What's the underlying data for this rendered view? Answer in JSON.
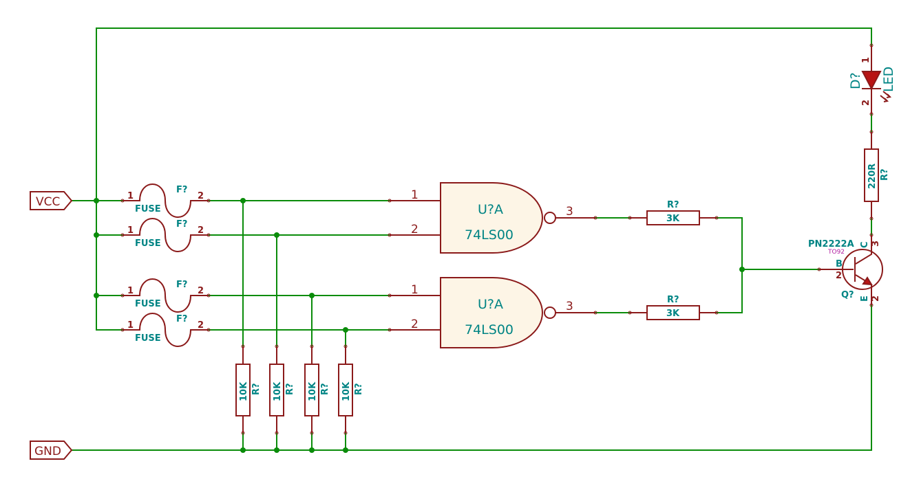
{
  "ports": {
    "vcc": "VCC",
    "gnd": "GND"
  },
  "fuses": [
    {
      "ref": "F?",
      "value": "FUSE",
      "pin1": "1",
      "pin2": "2"
    },
    {
      "ref": "F?",
      "value": "FUSE",
      "pin1": "1",
      "pin2": "2"
    },
    {
      "ref": "F?",
      "value": "FUSE",
      "pin1": "1",
      "pin2": "2"
    },
    {
      "ref": "F?",
      "value": "FUSE",
      "pin1": "1",
      "pin2": "2"
    }
  ],
  "gates": [
    {
      "ref": "U?A",
      "value": "74LS00",
      "in1": "1",
      "in2": "2",
      "out": "3"
    },
    {
      "ref": "U?A",
      "value": "74LS00",
      "in1": "1",
      "in2": "2",
      "out": "3"
    }
  ],
  "series_resistors": [
    {
      "ref": "R?",
      "value": "3K"
    },
    {
      "ref": "R?",
      "value": "3K"
    }
  ],
  "pulldown_resistors": [
    {
      "ref": "R?",
      "value": "10K"
    },
    {
      "ref": "R?",
      "value": "10K"
    },
    {
      "ref": "R?",
      "value": "10K"
    },
    {
      "ref": "R?",
      "value": "10K"
    }
  ],
  "led": {
    "ref": "D?",
    "value": "LED",
    "pin1": "1",
    "pin2": "2"
  },
  "led_resistor": {
    "ref": "R?",
    "value": "220R"
  },
  "transistor": {
    "ref": "Q?",
    "value": "PN2222A",
    "footprint": "TO92",
    "pin_c_letter": "C",
    "pin_c_num": "3",
    "pin_b_letter": "B",
    "pin_b_num": "2",
    "pin_e_letter": "E",
    "pin_e_num": "2"
  },
  "colors": {
    "wire": "#0a8c0a",
    "component": "#8b1a1a",
    "label": "#008484",
    "footprint": "#b01ea0"
  }
}
